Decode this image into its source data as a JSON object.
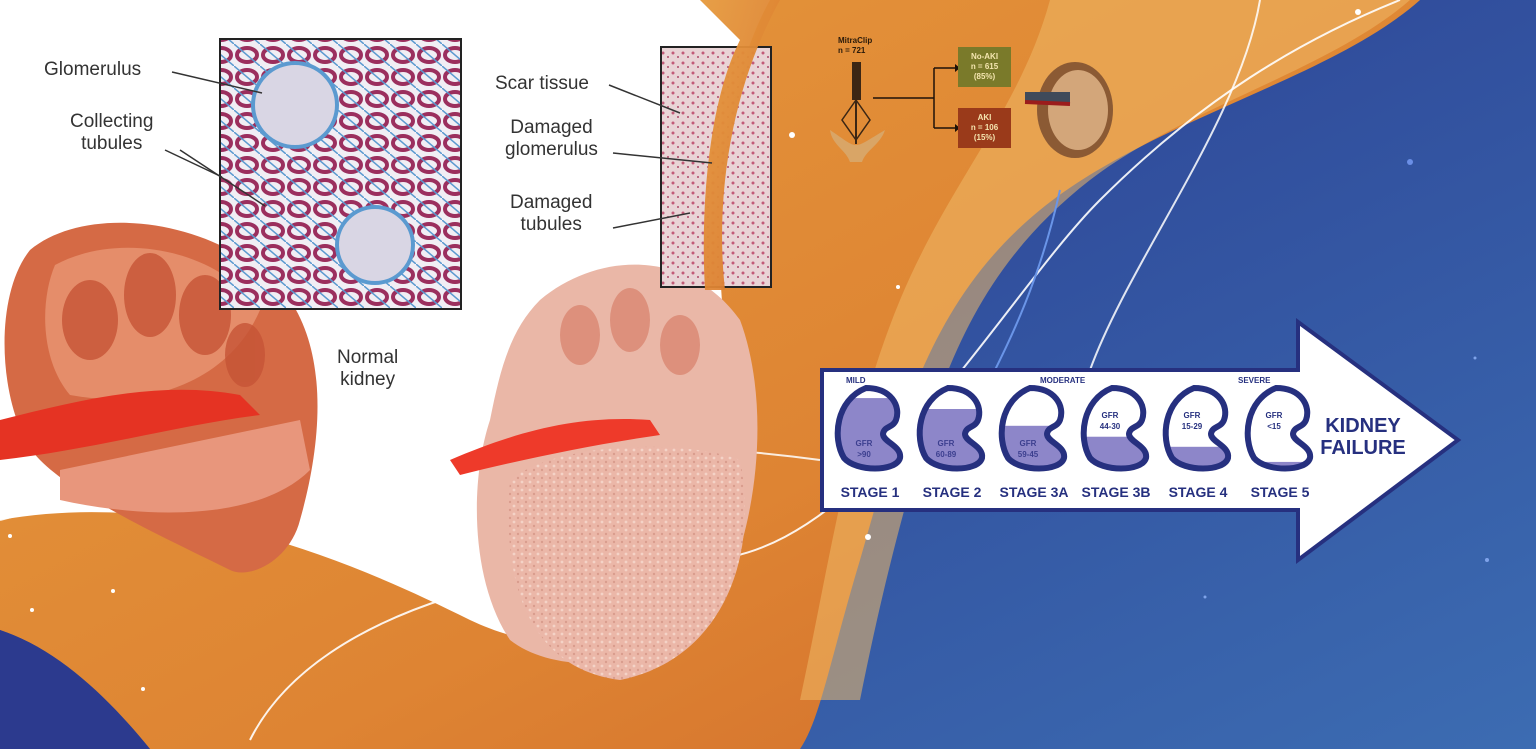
{
  "normal_labels": {
    "glomerulus": "Glomerulus",
    "collecting_tubules_1": "Collecting",
    "collecting_tubules_2": "tubules",
    "normal_kidney_1": "Normal",
    "normal_kidney_2": "kidney"
  },
  "damaged_labels": {
    "scar": "Scar tissue",
    "damaged_glom_1": "Damaged",
    "damaged_glom_2": "glomerulus",
    "damaged_tub_1": "Damaged",
    "damaged_tub_2": "tubules"
  },
  "mitraclip": {
    "title": "MitraClip",
    "n": "n = 721",
    "no_aki": {
      "label": "No-AKI",
      "n": "n = 615",
      "pct": "(85%)"
    },
    "aki": {
      "label": "AKI",
      "n": "n = 106",
      "pct": "(15%)"
    }
  },
  "ckd": {
    "severity": {
      "mild": "MILD",
      "moderate": "MODERATE",
      "severe": "SEVERE"
    },
    "stages": [
      {
        "label": "STAGE 1",
        "gfr": "GFR",
        "range": ">90",
        "fill": 0.88
      },
      {
        "label": "STAGE 2",
        "gfr": "GFR",
        "range": "60-89",
        "fill": 0.75
      },
      {
        "label": "STAGE 3A",
        "gfr": "GFR",
        "range": "59-45",
        "fill": 0.55
      },
      {
        "label": "STAGE 3B",
        "gfr": "GFR",
        "range": "44-30",
        "fill": 0.42
      },
      {
        "label": "STAGE 4",
        "gfr": "GFR",
        "range": "15-29",
        "fill": 0.3
      },
      {
        "label": "STAGE 5",
        "gfr": "GFR",
        "range": "<15",
        "fill": 0.12
      }
    ],
    "outcome_1": "KIDNEY",
    "outcome_2": "FAILURE"
  },
  "colors": {
    "navy": "#26307f",
    "fill": "#8d86c9",
    "orange": "#d9772f",
    "light_orange": "#e9a94c",
    "blue": "#2e4596"
  }
}
